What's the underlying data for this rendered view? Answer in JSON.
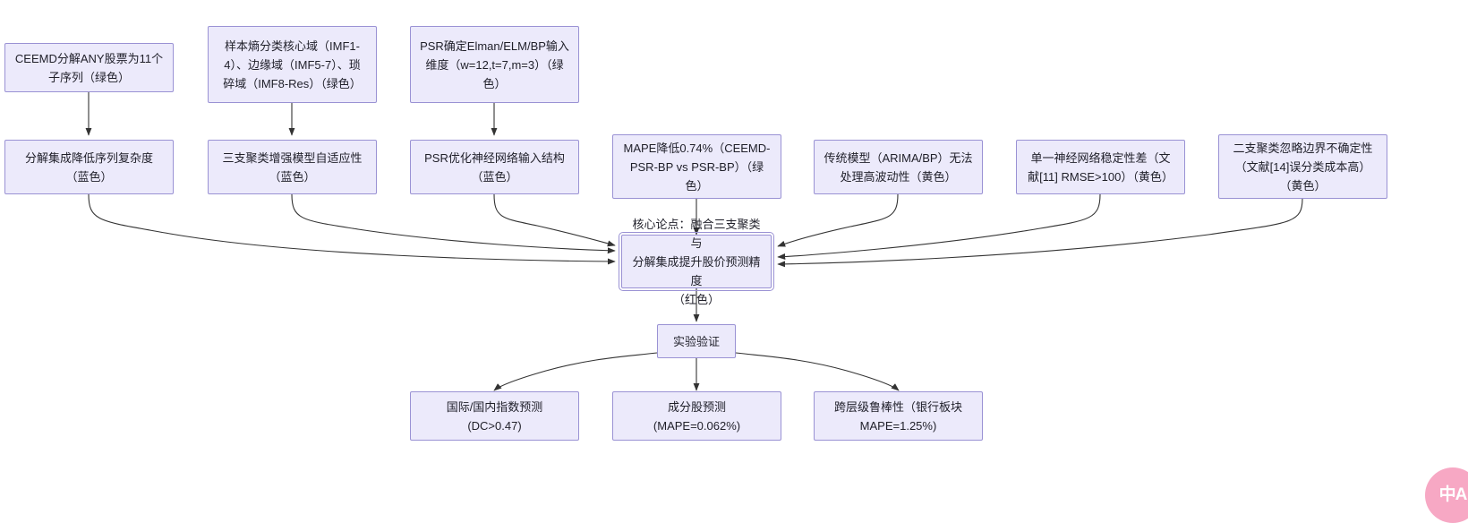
{
  "diagram": {
    "type": "flowchart",
    "direction": "bottom-up-convergent",
    "nodes": {
      "ceemd_decomp": "CEEMD分解ANY股票为11个\n子序列（绿色）",
      "sample_entropy": "样本熵分类核心域（IMF1-\n4）、边缘域（IMF5-7）、琐\n碎域（IMF8-Res）（绿色）",
      "psr_dim": "PSR确定Elman/ELM/BP输入\n维度（w=12,t=7,m=3）（绿\n色）",
      "reduce_complexity": "分解集成降低序列复杂度\n（蓝色）",
      "three_way_adaptive": "三支聚类增强模型自适应性\n（蓝色）",
      "psr_optimize": "PSR优化神经网络输入结构\n（蓝色）",
      "mape_drop": "MAPE降低0.74%（CEEMD-\nPSR-BP vs PSR-BP）（绿\n色）",
      "traditional_limit": "传统模型（ARIMA/BP）无法\n处理高波动性（黄色）",
      "single_nn_unstable": "单一神经网络稳定性差（文\n献[11] RMSE>100）（黄色）",
      "two_way_boundary": "二支聚类忽略边界不确定性\n（文献[14]误分类成本高）\n（黄色）",
      "core_claim": "核心论点：融合三支聚类与\n分解集成提升股价预测精度\n（红色）",
      "experiment": "实验验证",
      "result_index": "国际/国内指数预测\n(DC>0.47)",
      "result_component": "成分股预测\n(MAPE=0.062%)",
      "result_robust": "跨层级鲁棒性（银行板块\nMAPE=1.25%)"
    },
    "watermark": {
      "label": "中A",
      "color": "#F7A8C4"
    },
    "colors": {
      "node_fill": "#ECEAFB",
      "node_border": "#9A92D4",
      "edge_stroke": "#333333",
      "text": "#1f1f29"
    }
  }
}
